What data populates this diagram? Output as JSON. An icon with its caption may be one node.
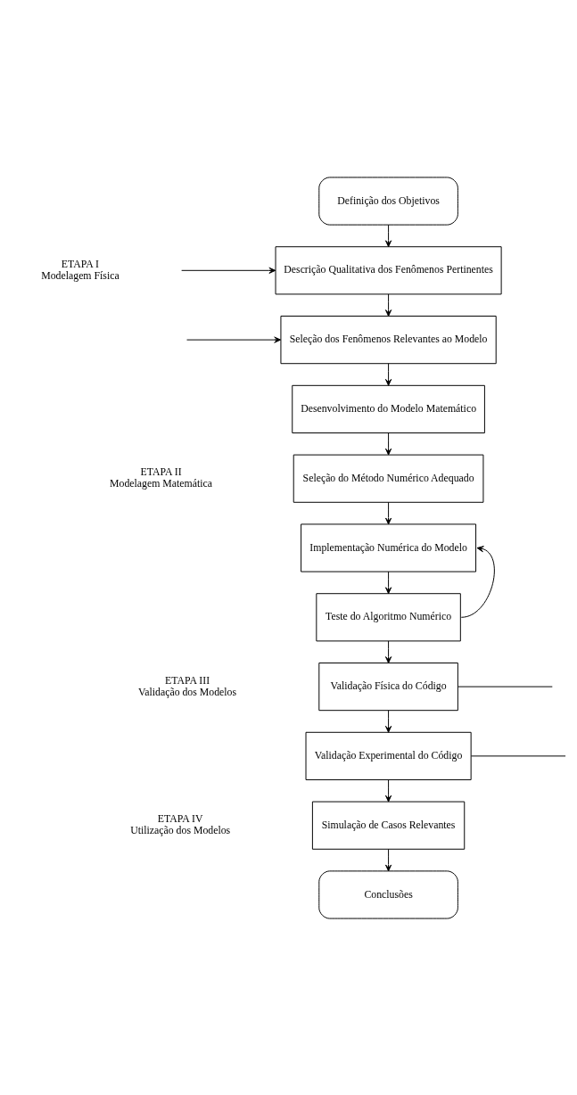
{
  "diagram": {
    "nodes": [
      {
        "text": [
          "Definição dos Objetivos"
        ]
      },
      {
        "text": [
          "Descrição Qualitativa dos Fenômenos Pertinentes"
        ]
      },
      {
        "text": [
          "Seleção dos Fenômenos Relevantes ao Modelo"
        ]
      },
      {
        "text": [
          "Desenvolvimento do Modelo Matemático"
        ]
      },
      {
        "text": [
          "Seleção do Método Numérico Adequado"
        ]
      },
      {
        "text": [
          "Implementação Numérica do Modelo"
        ]
      },
      {
        "text": [
          "Teste do Algoritmo Numérico"
        ]
      },
      {
        "text": [
          "Validação Física do Código"
        ]
      },
      {
        "text": [
          "Validação Experimental do Código"
        ]
      },
      {
        "text": [
          "Simulação de Casos Relevantes"
        ]
      },
      {
        "text": [
          "Conclusões"
        ]
      }
    ],
    "edges": [
      {
        "from": 0,
        "to": 1,
        "arrow": "to"
      },
      {
        "from": 1,
        "to": 2,
        "arrow": "to"
      },
      {
        "from": 2,
        "to": 3,
        "arrow": "to"
      },
      {
        "from": 3,
        "to": 4,
        "arrow": "to"
      },
      {
        "from": 4,
        "to": 5,
        "arrow": "to"
      },
      {
        "from": 5,
        "to": 6,
        "arrow": "to"
      },
      {
        "from": 6,
        "to": 7,
        "arrow": "to"
      },
      {
        "from": 7,
        "to": 8,
        "arrow": "to"
      },
      {
        "from": 8,
        "to": 9,
        "arrow": "to"
      },
      {
        "from": 9,
        "to": 10,
        "arrow": "to"
      },
      {
        "from": 6,
        "to": 5,
        "arrow": "to"
      },
      {
        "from": null,
        "to": 1,
        "arrow": "to"
      },
      {
        "from": null,
        "to": 2,
        "arrow": "to"
      },
      {
        "from": 7,
        "to": null,
        "arrow": "none"
      },
      {
        "from": 8,
        "to": null,
        "arrow": "none"
      }
    ],
    "labels": [
      "ETAPA I",
      "Modelagem Física",
      "ETAPA II",
      "Modelagem Matemática",
      "ETAPA III",
      "Validação dos Modelos",
      "ETAPA IV",
      "Utilização dos Modelos"
    ]
  }
}
